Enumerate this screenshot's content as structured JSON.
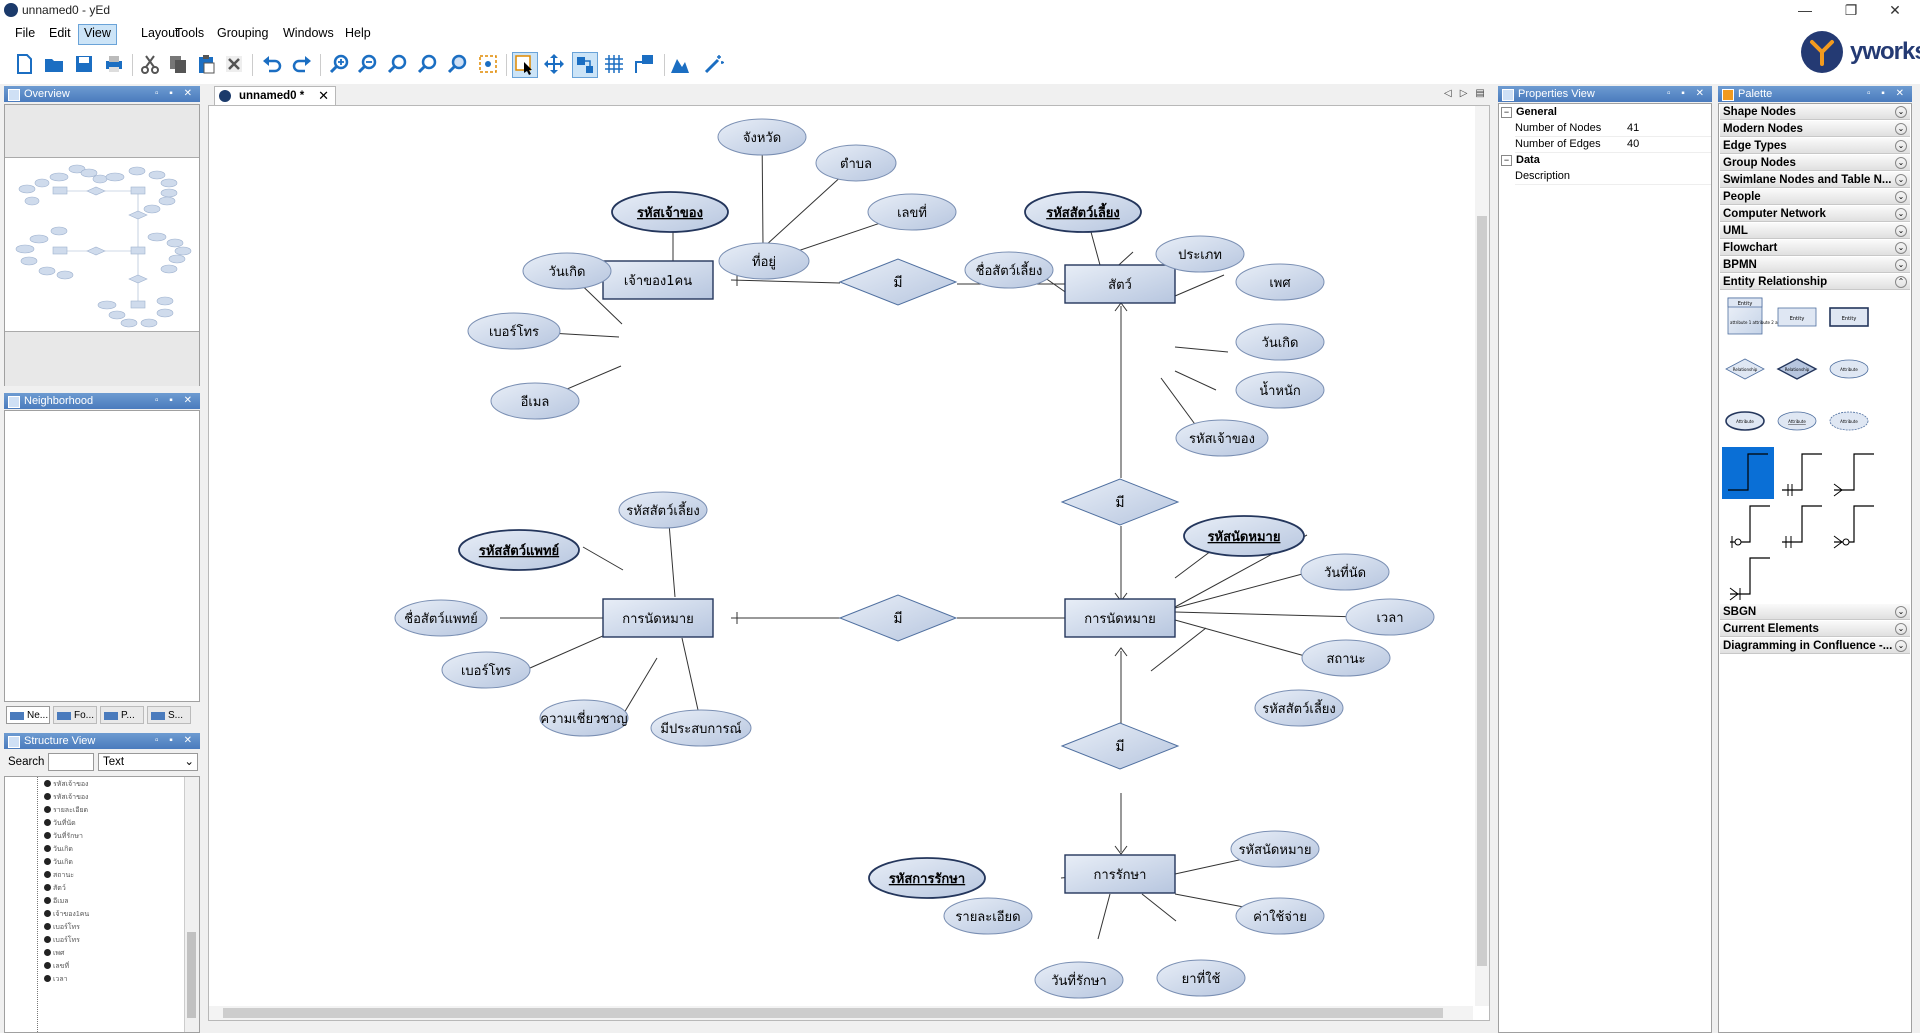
{
  "window": {
    "title": "unnamed0 - yEd",
    "min": "—",
    "max": "❐",
    "close": "✕"
  },
  "menu": [
    "File",
    "Edit",
    "View",
    "Layout",
    "Tools",
    "Grouping",
    "Windows",
    "Help"
  ],
  "toolbar_icons": [
    "new-document-icon",
    "open-folder-icon",
    "save-icon",
    "print-icon",
    "cut-icon",
    "copy-icon",
    "paste-icon",
    "delete-icon",
    "undo-icon",
    "redo-icon",
    "zoom-in-icon",
    "zoom-out-icon",
    "zoom-100-icon",
    "zoom-fit-icon",
    "zoom-area-icon",
    "fit-content-icon",
    "edit-mode-icon",
    "move-view-icon",
    "lasso-icon",
    "grid-icon",
    "snap-icon",
    "layout-icon",
    "magic-wand-icon"
  ],
  "logo": {
    "text": "yworks"
  },
  "overview": {
    "title": "Overview"
  },
  "neighborhood": {
    "title": "Neighborhood",
    "tabs": [
      "Ne...",
      "Fo...",
      "P...",
      "S..."
    ]
  },
  "structure": {
    "title": "Structure View",
    "search_label": "Search",
    "search_value": "",
    "mode": "Text",
    "items": [
      "รหัสเจ้าของ",
      "รหัสเจ้าของ",
      "รายละเอียด",
      "วันที่นัด",
      "วันที่รักษา",
      "วันเกิด",
      "วันเกิด",
      "สถานะ",
      "สัตว์",
      "อีเมล",
      "เจ้าของ1คน",
      "เบอร์โทร",
      "เบอร์โทร",
      "เพศ",
      "เลขที่",
      "เวลา"
    ]
  },
  "document_tab": {
    "label": "unnamed0 *"
  },
  "properties": {
    "title": "Properties View",
    "general": "General",
    "rows": [
      {
        "key": "Number of Nodes",
        "value": "41"
      },
      {
        "key": "Number of Edges",
        "value": "40"
      }
    ],
    "data": "Data",
    "description": "Description"
  },
  "palette": {
    "title": "Palette",
    "sections_top": [
      "Shape Nodes",
      "Modern Nodes",
      "Edge Types",
      "Group Nodes",
      "Swimlane Nodes and Table N...",
      "People",
      "Computer Network",
      "UML",
      "Flowchart",
      "BPMN",
      "Entity Relationship"
    ],
    "er_shapes": [
      "Entity",
      "Entity",
      "Relationship",
      "Relationship",
      "Attribute",
      "Attribute",
      "Attribute",
      "Attribute"
    ],
    "er_entity_attrs": "attribute 1 attribute 2 attribute 3",
    "sections_bottom": [
      "SBGN",
      "Current Elements",
      "Diagramming in Confluence -..."
    ]
  },
  "diagram": {
    "entities": [
      "เจ้าของ1คน",
      "สัตว์",
      "การนัดหมาย",
      "การนัดหมาย",
      "การรักษา"
    ],
    "relationships": [
      "มี",
      "มี",
      "มี",
      "มี"
    ],
    "attributes": {
      "owner": [
        "จังหวัด",
        "ตำบล",
        "เลขที่",
        "ที่อยู่",
        "รหัสเจ้าของ",
        "วันเกิด",
        "เบอร์โทร",
        "อีเมล"
      ],
      "pet": [
        "รหัสสัตว์เลี้ยง",
        "ชื่อสัตว์เลี้ยง",
        "ประเภท",
        "เพศ",
        "วันเกิด",
        "น้ำหนัก",
        "รหัสเจ้าของ"
      ],
      "appt_left": [
        "รหัสสัตว์เลี้ยง",
        "รหัสสัตว์แพทย์",
        "ชื่อสัตว์แพทย์",
        "เบอร์โทร",
        "ความเชี่ยวชาญ",
        "มีประสบการณ์"
      ],
      "appt_right": [
        "รหัสนัดหมาย",
        "วันที่นัด",
        "เวลา",
        "สถานะ",
        "รหัสสัตว์เลี้ยง"
      ],
      "treatment": [
        "รหัสการรักษา",
        "รายละเอียด",
        "วันที่รักษา",
        "ยาที่ใช้",
        "ค่าใช้จ่าย",
        "รหัสนัดหมาย"
      ]
    }
  }
}
